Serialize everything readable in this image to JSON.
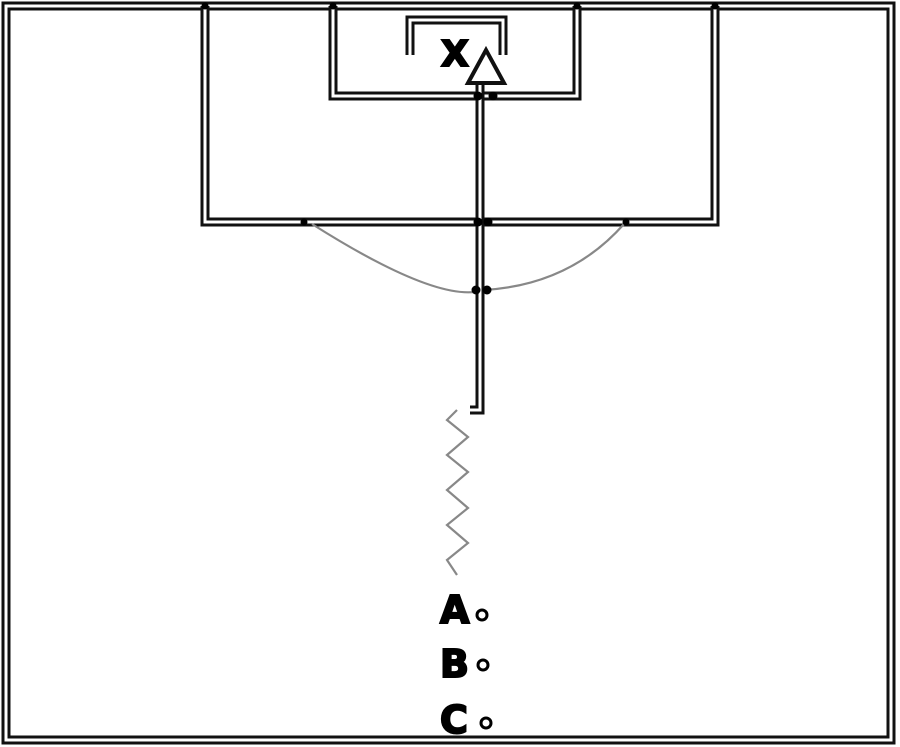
{
  "diagram": {
    "target_marker": "X",
    "players": [
      {
        "label": "A"
      },
      {
        "label": "B"
      },
      {
        "label": "C"
      }
    ],
    "colors": {
      "field_background": "#ffffff",
      "line_outline": "#111111",
      "line_fill": "#ffffff",
      "arc_and_dribble": "#888888",
      "text": "#000000"
    }
  }
}
